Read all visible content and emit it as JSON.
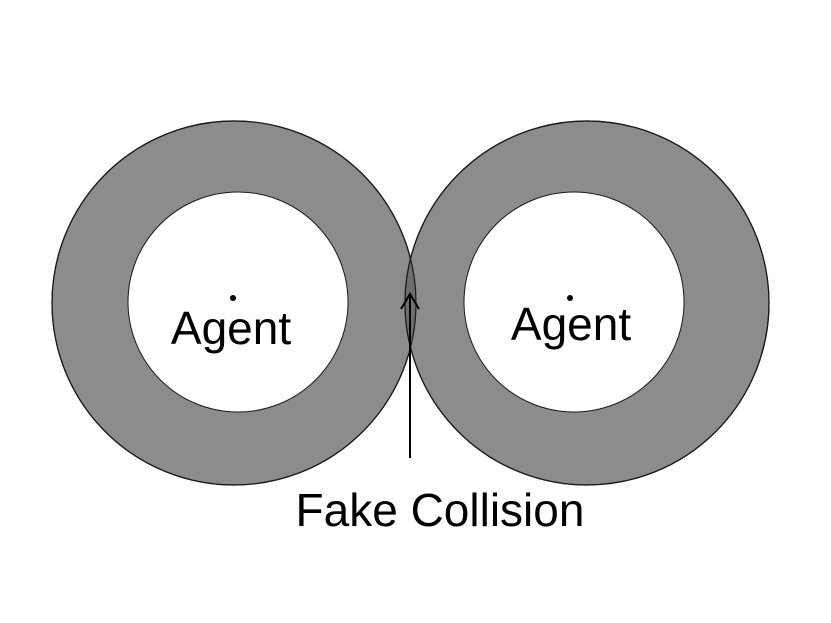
{
  "agents": [
    {
      "label": "Agent"
    },
    {
      "label": "Agent"
    }
  ],
  "collision": {
    "label": "Fake Collision"
  },
  "colors": {
    "ring_fill": "#8c8c8c",
    "overlap_fill": "#6e6e6e",
    "outline": "#1a1a1a",
    "background": "#ffffff",
    "text": "#000000"
  }
}
